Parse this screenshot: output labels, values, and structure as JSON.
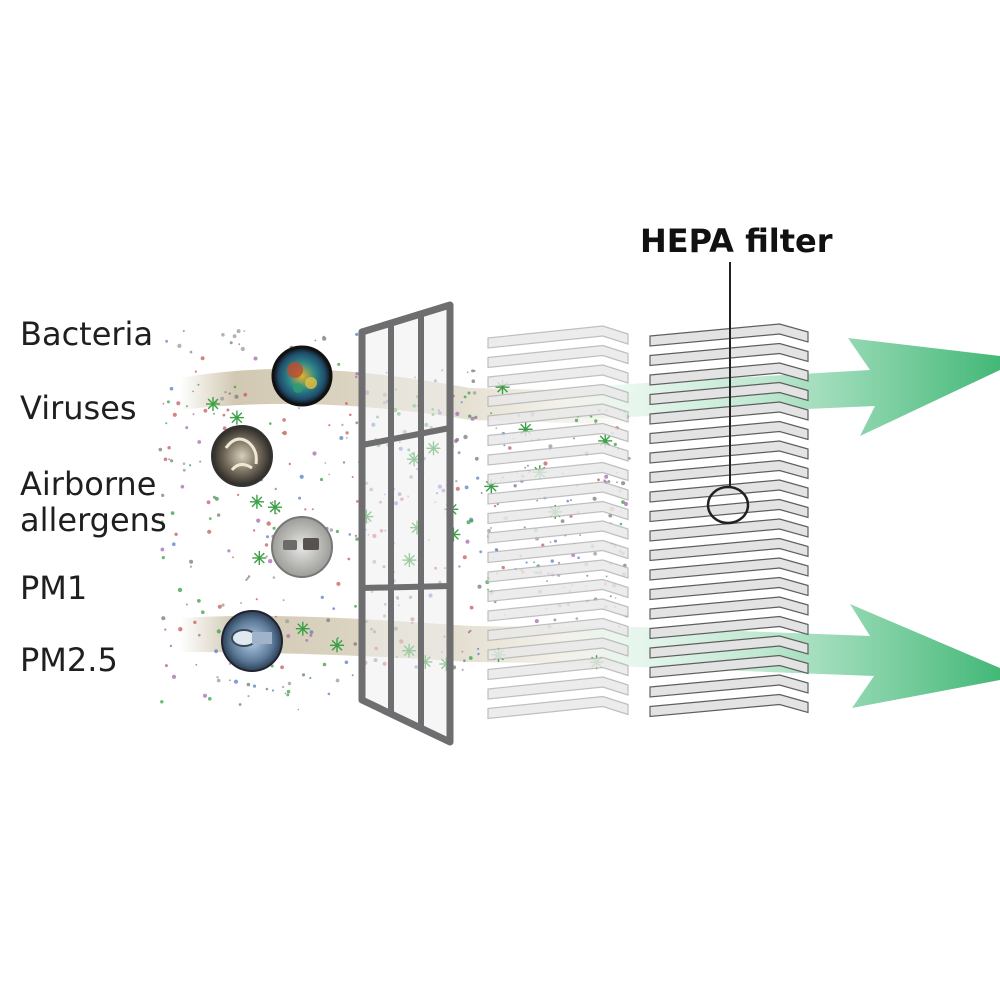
{
  "labels": {
    "bacteria": "Bacteria",
    "viruses": "Viruses",
    "airborne_line1": "Airborne",
    "airborne_line2": "allergens",
    "pm1": "PM1",
    "pm25": "PM2.5"
  },
  "hepa_label": "HEPA filter",
  "colors": {
    "arrow_green": "#4dbf7f",
    "airflow_band": "#c9bfa5",
    "filter_frame": "#6e6e70",
    "particle_green": "#3aa045"
  },
  "icons": [
    "bacteria-microscope-icon",
    "virus-microscope-icon",
    "pollen-allergen-icon",
    "traffic-smog-icon",
    "exhaust-pipe-icon"
  ]
}
